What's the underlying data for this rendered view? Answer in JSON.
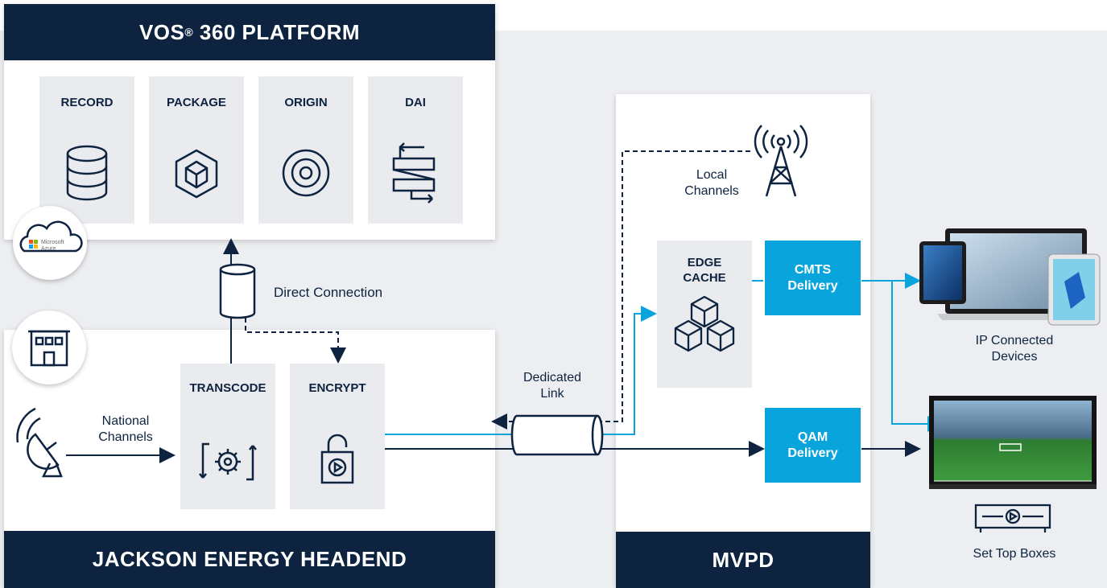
{
  "platform": {
    "title": "VOS",
    "reg": "®",
    "title_rest": " 360 PLATFORM",
    "modules": [
      {
        "label": "RECORD",
        "icon": "database-icon"
      },
      {
        "label": "PACKAGE",
        "icon": "cube-icon"
      },
      {
        "label": "ORIGIN",
        "icon": "target-icon"
      },
      {
        "label": "DAI",
        "icon": "ad-insertion-icon"
      }
    ],
    "azure": {
      "line1": "Microsoft",
      "line2": "Azure"
    }
  },
  "headend": {
    "title": "JACKSON ENERGY HEADEND",
    "transcode": "TRANSCODE",
    "encrypt": "ENCRYPT",
    "national": "National\nChannels"
  },
  "links": {
    "direct": "Direct Connection",
    "dedicated": "Dedicated\nLink",
    "local": "Local\nChannels"
  },
  "mvpd": {
    "title": "MVPD",
    "edge_cache": "EDGE\nCACHE",
    "cmts": "CMTS\nDelivery",
    "qam": "QAM\nDelivery"
  },
  "outputs": {
    "ip": "IP Connected\nDevices",
    "stb": "Set Top Boxes"
  },
  "colors": {
    "navy": "#0d2340",
    "cyan": "#0aa4dc",
    "panel_bg": "#eceef1"
  }
}
